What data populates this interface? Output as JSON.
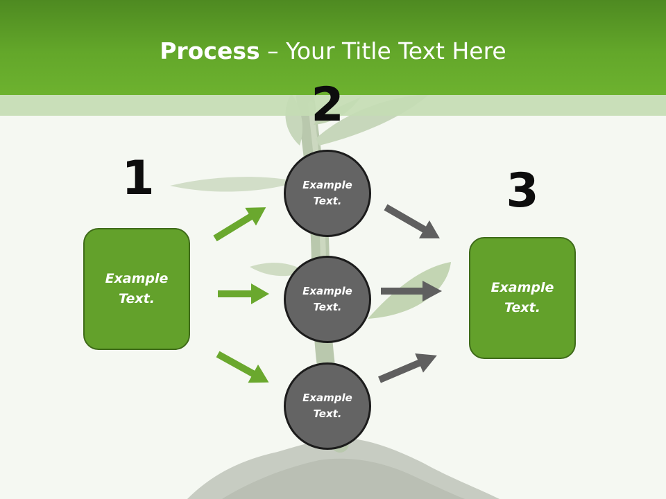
{
  "slide": {
    "title_bold": "Process",
    "title_rest": " – Your Title Text Here"
  },
  "steps": [
    {
      "number": "1",
      "text": "Example Text."
    },
    {
      "number": "2",
      "text": ""
    },
    {
      "number": "3",
      "text": "Example Text."
    }
  ],
  "circles": [
    {
      "text": "Example Text."
    },
    {
      "text": "Example Text."
    },
    {
      "text": "Example Text."
    }
  ],
  "colors": {
    "header_green": "#63a72a",
    "box_green": "#63a12b",
    "arrow_green": "#6aa82e",
    "circle_gray": "#646464",
    "arrow_gray": "#5f5f5f"
  },
  "icons": [
    "plant-seedling-background",
    "arrow-right-icon"
  ]
}
